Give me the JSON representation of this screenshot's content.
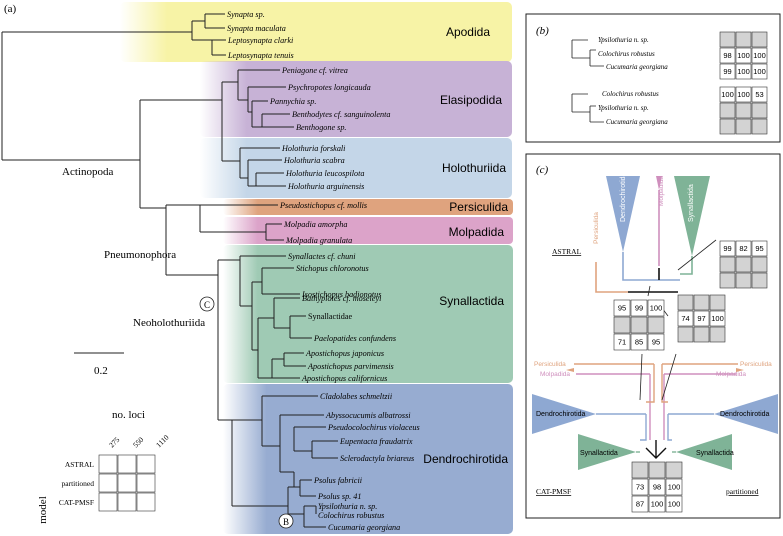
{
  "panel_a": {
    "label": "(a)",
    "clades": {
      "apodida": "Apodida",
      "elasipodida": "Elasipodida",
      "holothuriida": "Holothuriida",
      "persiculida": "Persiculida",
      "molpadida": "Molpadida",
      "synallactida": "Synallactida",
      "dendrochirotida": "Dendrochirotida"
    },
    "nodes": {
      "actinopoda": "Actinopoda",
      "pneumonophora": "Pneumonophora",
      "neoholothuriida": "Neoholothuriida",
      "marker_c": "C",
      "marker_b": "B"
    },
    "scale": "0.2",
    "taxa": {
      "t0": "Synapta sp.",
      "t1": "Synapta maculata",
      "t2": "Leptosynapta clarki",
      "t3": "Leptosynapta tenuis",
      "t4": "Peniagone cf. vitrea",
      "t5": "Psychropotes longicauda",
      "t6": "Pannychia sp.",
      "t7": "Benthodytes cf. sanguinolenta",
      "t8": "Benthogone sp.",
      "t9": "Holothuria forskali",
      "t10": "Holothuria scabra",
      "t11": "Holothuria leucospilota",
      "t12": "Holothuria arguinensis",
      "t13": "Pseudostichopus cf. mollis",
      "t14": "Molpadia amorpha",
      "t15": "Molpadia granulata",
      "t16": "Synallactes cf. chuni",
      "t17": "Stichopus chloronotus",
      "t18": "Isostichopus badionotus",
      "t19": "Bathyplotes cf. moseleyi",
      "t20": "Synallactidae",
      "t21": "Paelopatides confundens",
      "t22": "Apostichopus japonicus",
      "t23": "Apostichopus parvimensis",
      "t24": "Apostichopus californicus",
      "t25": "Cladolabes schmeltzii",
      "t26": "Abyssocucumis albatrossi",
      "t27": "Pseudocolochirus violaceus",
      "t28": "Eupentacta fraudatrix",
      "t29": "Sclerodactyla briareus",
      "t30": "Psolus fabricii",
      "t31": "Psolus sp. 41",
      "t32": "Ypsilothuria n. sp.",
      "t33": "Colochirus robustus",
      "t34": "Cucumaria georgiana"
    },
    "legend": {
      "title": "no. loci",
      "cols": [
        "275",
        "550",
        "1110"
      ],
      "axis": "model",
      "rows": [
        "ASTRAL",
        "partitioned",
        "CAT-PMSF"
      ]
    }
  },
  "panel_b": {
    "label": "(b)",
    "tree1": [
      "Ypsilothuria n. sp.",
      "Colochirus robustus",
      "Cucumaria georgiana"
    ],
    "tree2": [
      "Colochirus robustus",
      "Ypsilothuria n. sp.",
      "Cucumaria georgiana"
    ],
    "grid1": [
      [
        "",
        "",
        ""
      ],
      [
        "98",
        "100",
        "100"
      ],
      [
        "99",
        "100",
        "100"
      ]
    ],
    "grid2": [
      [
        "100",
        "100",
        "53"
      ],
      [
        "",
        "",
        ""
      ],
      [
        "",
        "",
        ""
      ]
    ]
  },
  "panel_c": {
    "label": "(c)",
    "methods": {
      "astral": "ASTRAL",
      "catpmsf": "CAT-PMSF",
      "partitioned": "partitioned"
    },
    "clades": {
      "persiculida": "Persiculida",
      "molpadida": "Molpadida",
      "dendrochirotida": "Dendrochirotida",
      "synallactida": "Synallactida"
    },
    "grid_top_right": [
      [
        "99",
        "82",
        "95"
      ],
      [
        "",
        "",
        ""
      ],
      [
        "",
        "",
        ""
      ]
    ],
    "grid_mid_left": [
      [
        "95",
        "99",
        "100"
      ],
      [
        "",
        "",
        ""
      ],
      [
        "71",
        "85",
        "95"
      ]
    ],
    "grid_mid_right": [
      [
        "",
        "",
        ""
      ],
      [
        "74",
        "97",
        "100"
      ],
      [
        "",
        "",
        ""
      ]
    ],
    "grid_bottom": [
      [
        "",
        "",
        ""
      ],
      [
        "73",
        "98",
        "100"
      ],
      [
        "87",
        "100",
        "100"
      ]
    ]
  },
  "colors": {
    "apodida": "#f7f3a6",
    "elasipodida": "#c7b2d6",
    "holothuriida": "#c4d6e8",
    "persiculida": "#dfa37e",
    "molpadida": "#dca3c9",
    "synallactida": "#9fcab4",
    "dendrochirotida": "#97acd1"
  }
}
